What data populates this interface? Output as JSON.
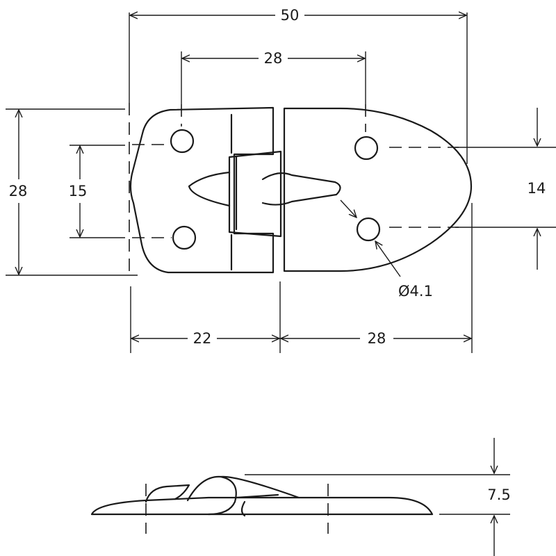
{
  "drawing": {
    "colors": {
      "line": "#1a1a1a",
      "background": "#ffffff"
    },
    "dimensions": {
      "overall_width": "50",
      "hole_spacing_top": "28",
      "overall_height": "28",
      "hole_spacing_left": "15",
      "hole_spacing_right": "14",
      "left_plate_width": "22",
      "right_plate_width": "28",
      "hole_diameter": "Ø4.1",
      "side_height": "7.5"
    }
  }
}
